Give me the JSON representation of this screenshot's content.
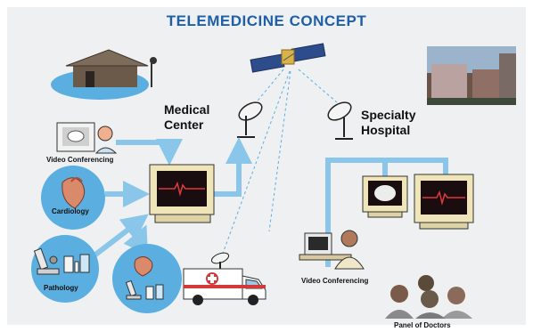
{
  "title": "TELEMEDICINE CONCEPT",
  "labels": {
    "medical_center": "Medical Center",
    "specialty_hospital": "Specialty Hospital",
    "video_conferencing_left": "Video Conferencing",
    "cardiology": "Cardiology",
    "pathology": "Pathology",
    "video_conferencing_right": "Video Conferencing",
    "panel_of_doctors": "Panel of Doctors"
  },
  "icons": {
    "satellite": "satellite-icon",
    "dish_left": "satellite-dish-icon",
    "dish_right": "satellite-dish-icon",
    "village_hut": "hut-icon",
    "hospital_building": "hospital-building-photo",
    "ambulance": "ambulance-icon",
    "heart": "heart-icon",
    "microscope": "microscope-icon",
    "brain_monitor": "brain-scan-icon",
    "ecg_monitor": "ecg-monitor-icon"
  },
  "colors": {
    "title": "#1f5fa8",
    "link": "#8ac6ea",
    "circle": "#5aaee0",
    "panel_bg": "#eef0f2",
    "monitor": "#efe5b8",
    "screen": "#1a0d10",
    "ecg": "#e03a3a"
  }
}
